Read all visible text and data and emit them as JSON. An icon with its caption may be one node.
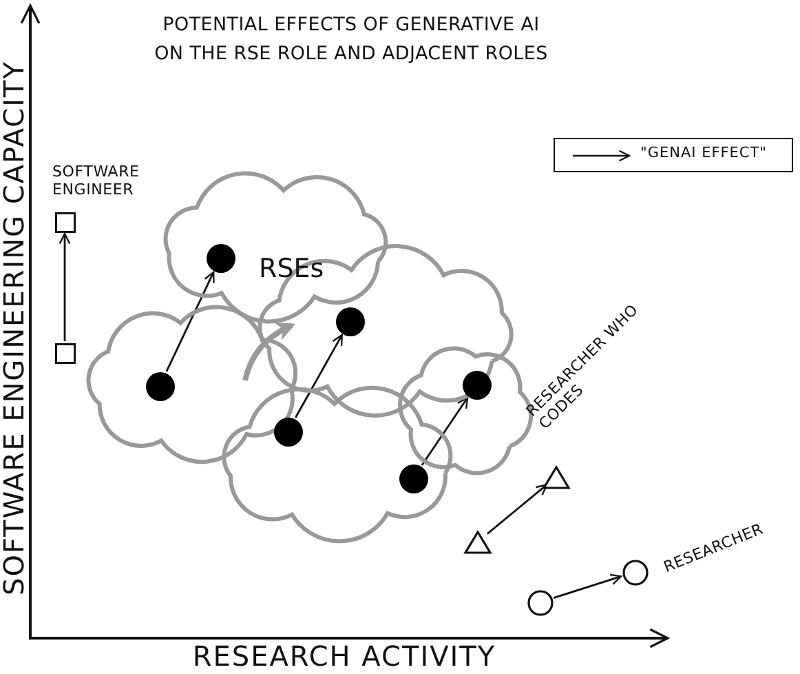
{
  "diagram": {
    "title": "POTENTIAL EFFECTS OF GENERATIVE AI ON THE RSE ROLE AND ADJACENT ROLES",
    "nodes": [
      {
        "text": [],
        "shape": "box"
      },
      {
        "text": [],
        "shape": "box",
        "beside": [
          "SOFTWARE ENGINEER"
        ]
      },
      {
        "text": [
          "RSEs"
        ]
      },
      {
        "text": [],
        "shape": "circle",
        "in": 2
      },
      {
        "text": [],
        "shape": "circle",
        "in": 2
      },
      {
        "text": [],
        "shape": "circle",
        "in": 2
      },
      {
        "text": [],
        "shape": "circle",
        "in": 2
      },
      {
        "text": [],
        "shape": "circle",
        "in": 2
      },
      {
        "text": [],
        "shape": "circle",
        "in": 2
      },
      {
        "text": [],
        "shape": "triangle"
      },
      {
        "text": [],
        "shape": "triangle",
        "beside": [
          "RESEARCHER WHO CODES"
        ]
      },
      {
        "text": [],
        "shape": "circle"
      },
      {
        "text": [],
        "shape": "circle",
        "beside": [
          "RESEARCHER"
        ]
      }
    ],
    "edges": [
      {
        "from": 0,
        "to": 1,
        "arrow": "to"
      },
      {
        "from": 3,
        "to": 4,
        "arrow": "to"
      },
      {
        "from": 5,
        "to": 6,
        "arrow": "to"
      },
      {
        "from": 7,
        "to": 8,
        "arrow": "to"
      },
      {
        "from": 9,
        "to": 10,
        "arrow": "to"
      },
      {
        "from": 11,
        "to": 12,
        "arrow": "to"
      }
    ],
    "labels": [
      "SOFTWARE ENGINEERING CAPACITY",
      "RESEARCH ACTIVITY"
    ],
    "legend": [
      {
        "text": "\"GENAI EFFECT\""
      }
    ]
  }
}
